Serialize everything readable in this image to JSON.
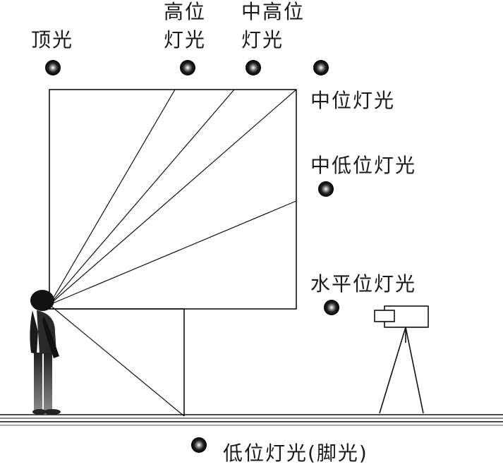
{
  "labels": {
    "top_light": "顶光",
    "high_light_1": "高位",
    "high_light_2": "灯光",
    "mid_high_light_1": "中高位",
    "mid_high_light_2": "灯光",
    "mid_light": "中位灯光",
    "mid_low_light": "中低位灯光",
    "horizontal_light": "水平位灯光",
    "low_light": "低位灯光(脚光)"
  },
  "icons": {
    "lamp": "lamp-dot-icon",
    "camera": "camera-icon",
    "person": "person-figure-icon"
  },
  "colors": {
    "ink": "#111111",
    "background": "#ffffff"
  }
}
